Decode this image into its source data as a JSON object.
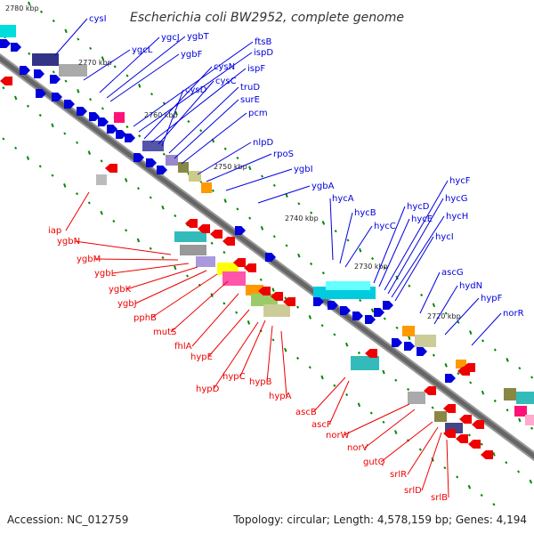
{
  "title": "Escherichia coli BW2952, complete genome",
  "footer": {
    "accession": "Accession: NC_012759",
    "summary": "Topology: circular; Length: 4,578,159 bp; Genes: 4,194"
  },
  "colors": {
    "plus_strand": "#0000dd",
    "minus_strand": "#ee0000",
    "backbone": "#777777",
    "gc_tick": "#008800"
  },
  "kbp_labels": [
    "2780 kbp",
    "2770 kbp",
    "2760 kbp",
    "2750 kbp",
    "2740 kbp",
    "2730 kbp",
    "2720 kbp"
  ],
  "genes_plus": [
    "cysI",
    "ygcL",
    "ygcJ",
    "ygbT",
    "ygbF",
    "ftsB",
    "ispD",
    "cysN",
    "ispF",
    "cysD",
    "cysC",
    "truD",
    "surE",
    "pcm",
    "nlpD",
    "rpoS",
    "ygbI",
    "ygbA",
    "hycA",
    "hycB",
    "hycC",
    "hycD",
    "hycE",
    "hycF",
    "hycG",
    "hycH",
    "hycI",
    "ascG",
    "hydN",
    "hypF",
    "norR"
  ],
  "genes_minus": [
    "iap",
    "ygbN",
    "ygbM",
    "ygbL",
    "ygbK",
    "ygbJ",
    "pphB",
    "mutS",
    "fhlA",
    "hypE",
    "hypD",
    "hypC",
    "hypB",
    "hypA",
    "ascB",
    "ascF",
    "norW",
    "norV",
    "gutQ",
    "srlR",
    "srlD",
    "srlB"
  ]
}
